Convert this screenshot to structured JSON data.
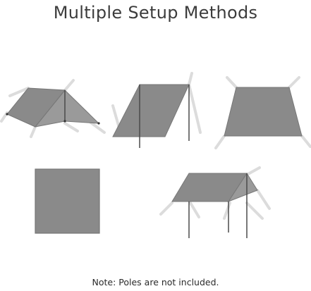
{
  "title": "Multiple Setup Methods",
  "note": "Note: Poles are not included.",
  "colors": {
    "tarp_fill": "#8a8a8a",
    "tarp_edge": "#7a7a7a",
    "pole": "#4a4a4a",
    "guyline": "#dcdcdc",
    "text": "#3c3c3c"
  },
  "setups": [
    {
      "id": "a-frame"
    },
    {
      "id": "lean-to"
    },
    {
      "id": "diamond-pitch"
    },
    {
      "id": "flat-square"
    },
    {
      "id": "canopy"
    }
  ]
}
